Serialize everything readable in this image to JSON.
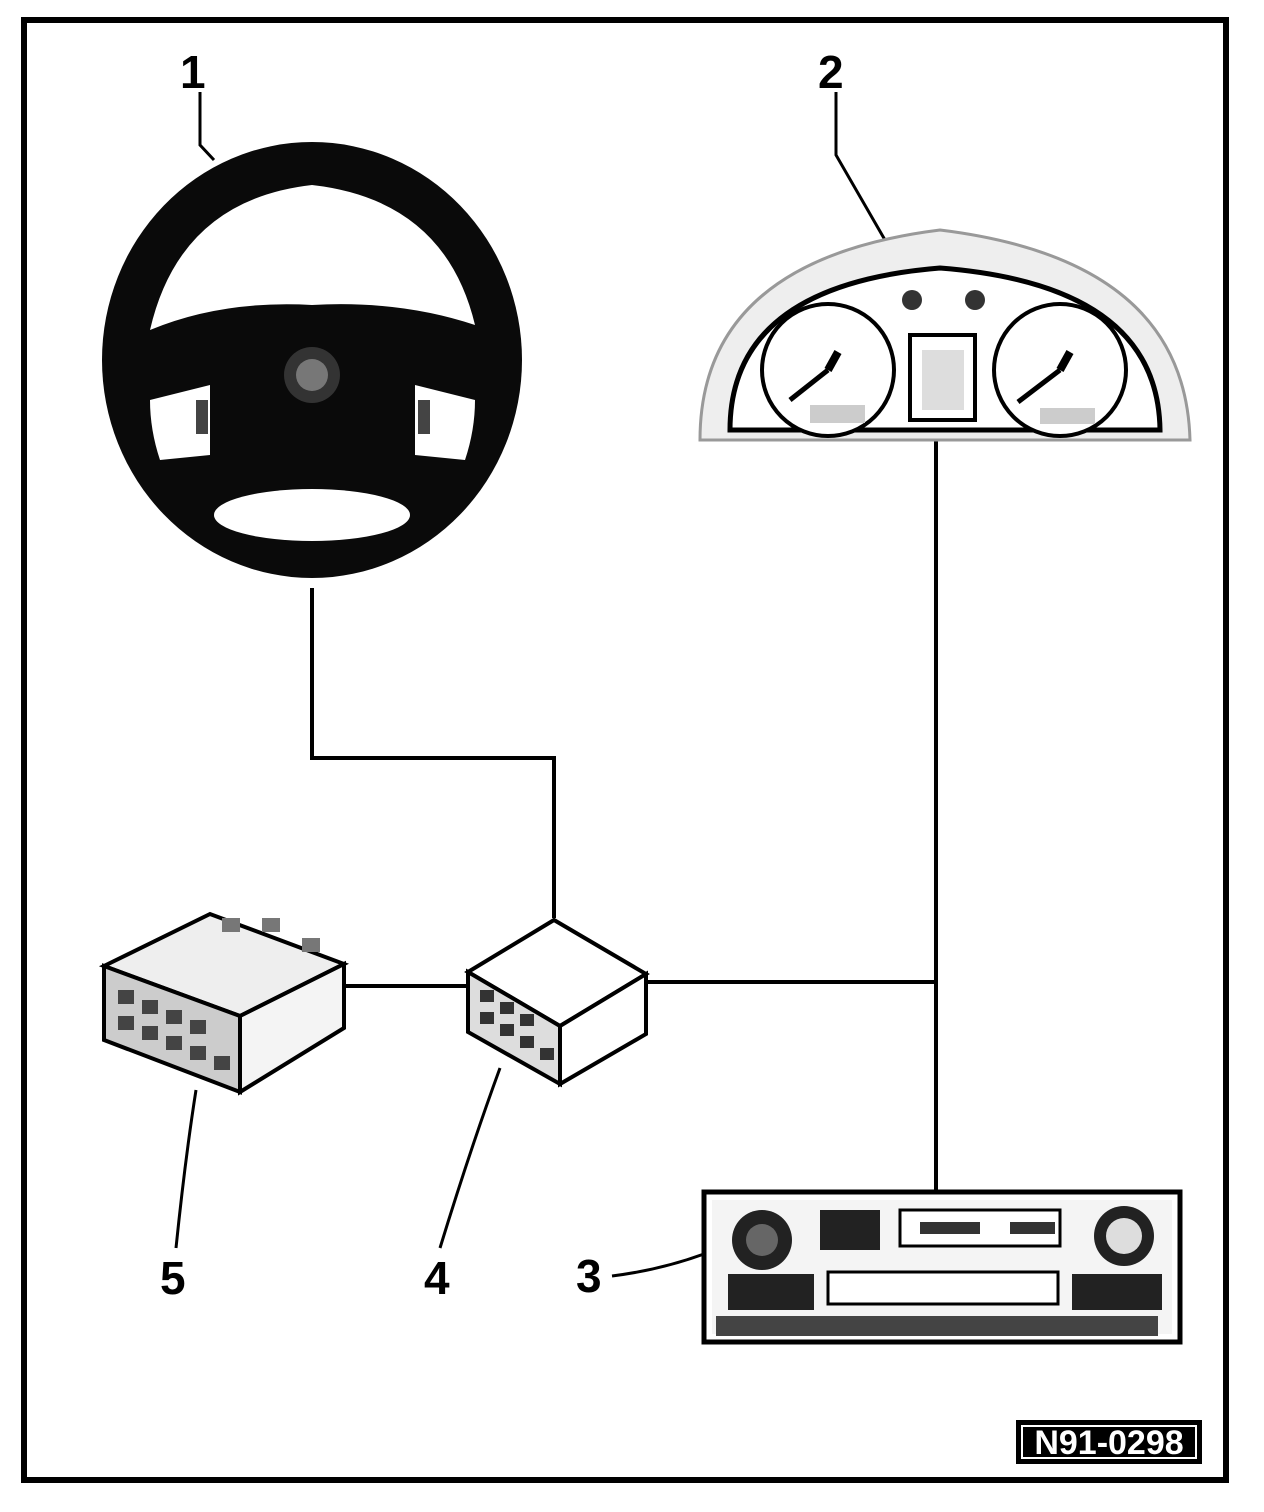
{
  "callouts": {
    "c1": "1",
    "c2": "2",
    "c3": "3",
    "c4": "4",
    "c5": "5"
  },
  "figure_code": "N91-0298",
  "components": {
    "steering_wheel": "steering-wheel",
    "instrument_cluster": "instrument-cluster",
    "radio_unit": "radio-unit",
    "control_module": "control-module",
    "connector": "connector"
  }
}
